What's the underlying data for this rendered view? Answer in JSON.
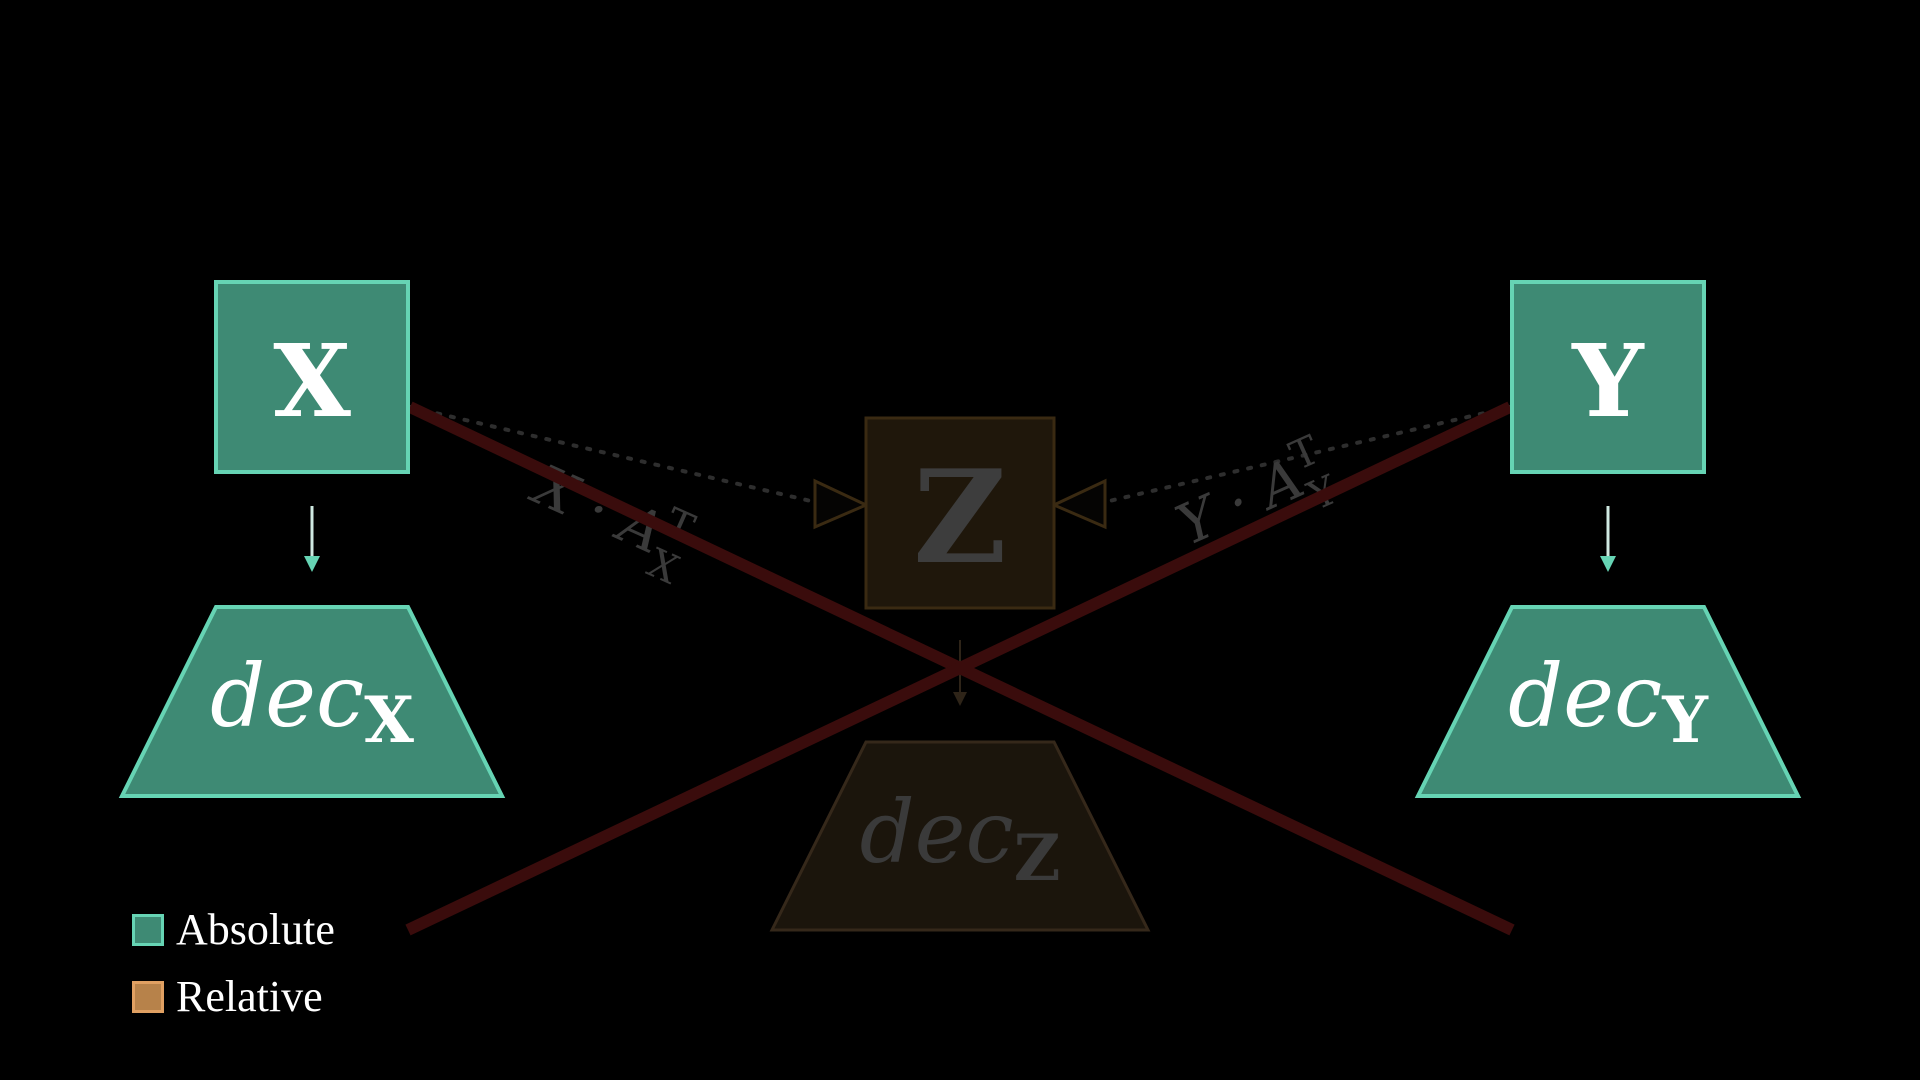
{
  "colors": {
    "background": "#000000",
    "absolute_fill": "#3e8a74",
    "absolute_stroke": "#66d4b4",
    "relative_fill": "#2a1f10",
    "relative_stroke": "#4a3515",
    "relative_text": "#3d3d3d",
    "cross": "#3a0c0c",
    "faded_label": "#3a3a3a",
    "arrow_absolute": "#cfe9e1",
    "arrow_absolute_head": "#66d4b4",
    "legend_absolute": "#3e8a74",
    "legend_absolute_border": "#66d4b4",
    "legend_relative": "#b7824a",
    "legend_relative_border": "#e0a062"
  },
  "nodes": {
    "x": {
      "label": "X"
    },
    "y": {
      "label": "Y"
    },
    "z": {
      "label": "Z"
    }
  },
  "decoders": {
    "x": {
      "base": "dec",
      "subscript": "X"
    },
    "y": {
      "base": "dec",
      "subscript": "Y"
    },
    "z": {
      "base": "dec",
      "subscript": "Z"
    }
  },
  "edge_labels": {
    "x_to_z": {
      "base": "X · A",
      "superscript": "T",
      "subscript": "X"
    },
    "y_to_z": {
      "base": "Y · A",
      "superscript": "T",
      "subscript": "Y"
    }
  },
  "legend": [
    {
      "label": "Absolute",
      "kind": "absolute"
    },
    {
      "label": "Relative",
      "kind": "relative"
    }
  ]
}
